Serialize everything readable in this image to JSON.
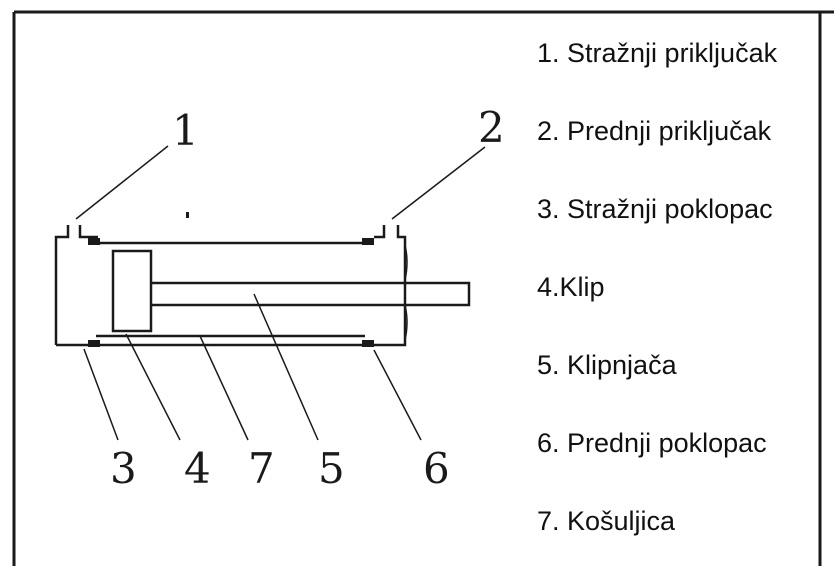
{
  "diagram": {
    "callouts": [
      "1",
      "2",
      "3",
      "4",
      "7",
      "5",
      "6"
    ],
    "legend": [
      "1. Stražnji priključak",
      "2. Prednji priključak",
      "3. Stražnji poklopac",
      "4.Klip",
      "5. Klipnjača",
      "6. Prednji poklopac",
      "7. Košuljica"
    ]
  }
}
